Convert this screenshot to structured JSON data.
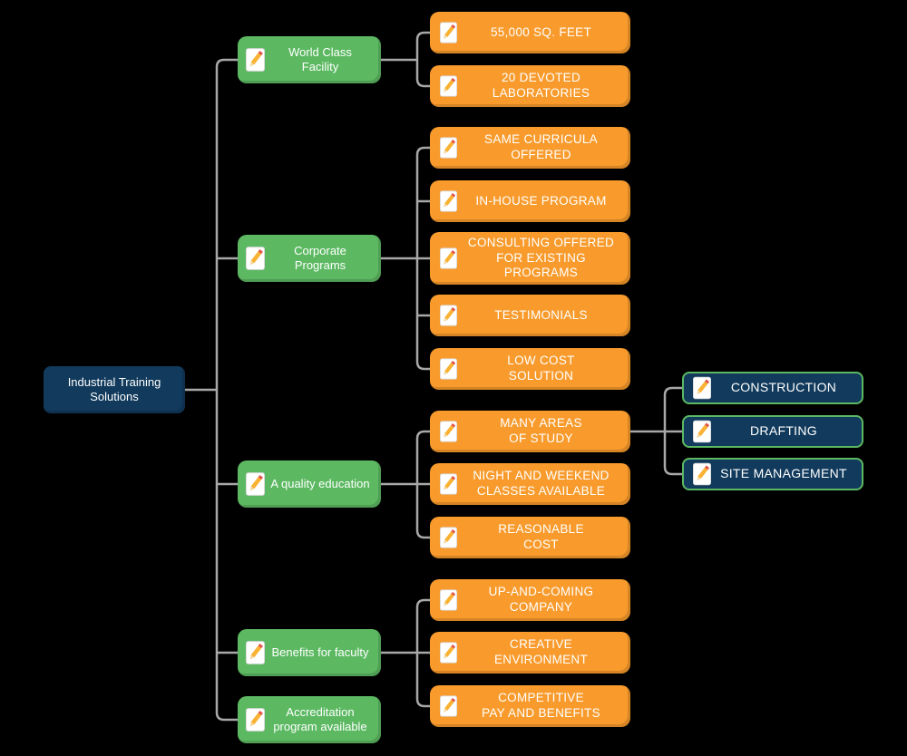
{
  "canvas": {
    "background_color": "#000000",
    "connector_color": "#A8A8A8"
  },
  "colors": {
    "root_fill": "#113A5C",
    "branch_fill": "#5CB962",
    "subtopic_fill": "#F89B2C",
    "leaf_fill": "#113A5C",
    "leaf_border": "#5CB962",
    "text": "#FFFFFF"
  },
  "icon": "memo-pencil-icon",
  "root": {
    "label": "Industrial Training\nSolutions"
  },
  "branches": [
    {
      "label": "World Class\nFacility",
      "children": [
        {
          "label": "55,000 SQ. FEET"
        },
        {
          "label": "20 DEVOTED\nLABORATORIES"
        }
      ]
    },
    {
      "label": "Corporate\nPrograms",
      "children": [
        {
          "label": "SAME CURRICULA\nOFFERED"
        },
        {
          "label": "IN-HOUSE PROGRAM"
        },
        {
          "label": "CONSULTING OFFERED\nFOR EXISTING\nPROGRAMS"
        },
        {
          "label": "TESTIMONIALS"
        },
        {
          "label": "LOW COST\nSOLUTION"
        }
      ]
    },
    {
      "label": "A quality education",
      "children": [
        {
          "label": "MANY AREAS\nOF STUDY",
          "children": [
            {
              "label": "CONSTRUCTION"
            },
            {
              "label": "DRAFTING"
            },
            {
              "label": "SITE MANAGEMENT"
            }
          ]
        },
        {
          "label": "NIGHT AND WEEKEND\nCLASSES AVAILABLE"
        },
        {
          "label": "REASONABLE\nCOST"
        }
      ]
    },
    {
      "label": "Benefits for faculty",
      "children": [
        {
          "label": "UP-AND-COMING\nCOMPANY"
        },
        {
          "label": "CREATIVE\nENVIRONMENT"
        },
        {
          "label": "COMPETITIVE\nPAY AND BENEFITS"
        }
      ]
    },
    {
      "label": "Accreditation\nprogram available",
      "children": []
    }
  ]
}
